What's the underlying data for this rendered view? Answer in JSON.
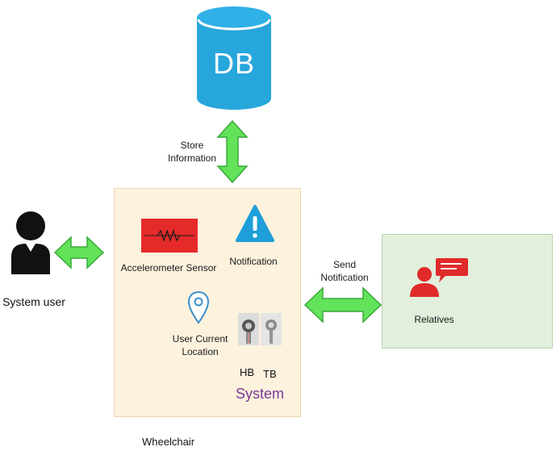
{
  "database": {
    "label": "DB"
  },
  "store_link": {
    "label_line1": "Store",
    "label_line2": "Information"
  },
  "user": {
    "label": "System user"
  },
  "wheelchair": {
    "caption": "Wheelchair",
    "sensor_label": "Accelerometer Sensor",
    "notification_label": "Notification",
    "location_line1": "User Current",
    "location_line2": "Location",
    "hb_label": "HB",
    "tb_label": "TB",
    "system_label": "System"
  },
  "send_link": {
    "label_line1": "Send",
    "label_line2": "Notification"
  },
  "relatives": {
    "label": "Relatives"
  },
  "colors": {
    "db_blue": "#27a6dc",
    "arrow_green": "#62e35a",
    "wheelchair_fill": "#fdf2de",
    "relatives_fill": "#e1efdc",
    "sensor_red": "#e52a2a",
    "system_purple": "#7b3a96"
  }
}
